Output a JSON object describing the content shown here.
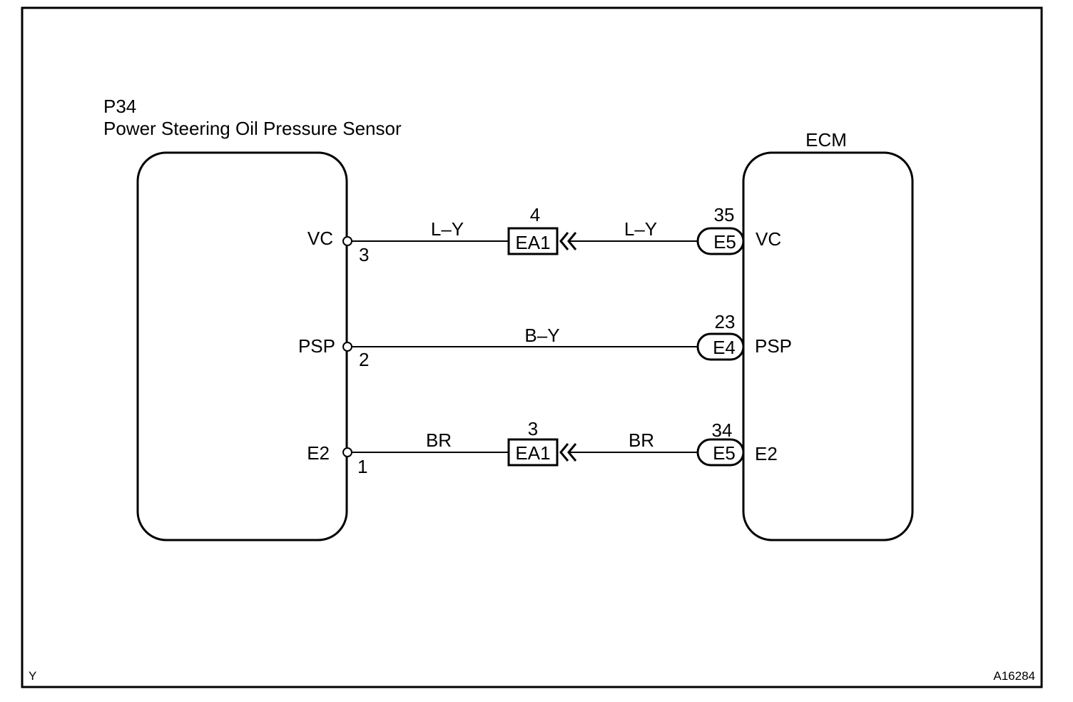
{
  "sensor": {
    "code": "P34",
    "name": "Power Steering Oil Pressure Sensor",
    "pins": [
      {
        "label": "VC",
        "number": "3"
      },
      {
        "label": "PSP",
        "number": "2"
      },
      {
        "label": "E2",
        "number": "1"
      }
    ]
  },
  "ecm": {
    "name": "ECM",
    "pins": [
      {
        "label": "VC",
        "connector": "E5",
        "number": "35"
      },
      {
        "label": "PSP",
        "connector": "E4",
        "number": "23"
      },
      {
        "label": "E2",
        "connector": "E5",
        "number": "34"
      }
    ]
  },
  "wires": [
    {
      "color_left": "L–Y",
      "junction": {
        "name": "EA1",
        "pin": "4"
      },
      "color_right": "L–Y"
    },
    {
      "color": "B–Y"
    },
    {
      "color_left": "BR",
      "junction": {
        "name": "EA1",
        "pin": "3"
      },
      "color_right": "BR"
    }
  ],
  "footer": {
    "left_mark": "Y",
    "figure_id": "A16284"
  }
}
